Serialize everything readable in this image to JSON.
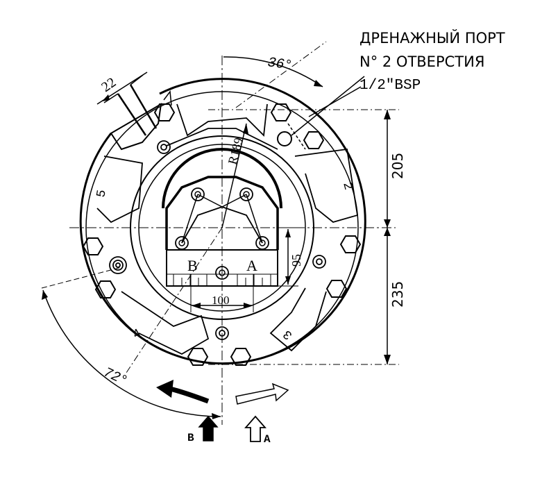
{
  "callout": {
    "line1": "ДРЕНАЖНЫЙ ПОРТ",
    "line2": "N° 2 ОТВЕРСТИЯ",
    "line3": "1/2″BSP"
  },
  "dimensions": {
    "angle_top": "36°",
    "angle_bottom": "72°",
    "slot_width": "22",
    "radius": "R189",
    "upper_height": "205",
    "lower_height": "235",
    "port_height": "95",
    "port_width": "100"
  },
  "ports": {
    "a": "A",
    "b": "B"
  },
  "segments": {
    "s2": "2",
    "s3": "3",
    "s4": "4",
    "s5": "5"
  },
  "rotation": {
    "b_label": "B",
    "a_label": "A"
  }
}
